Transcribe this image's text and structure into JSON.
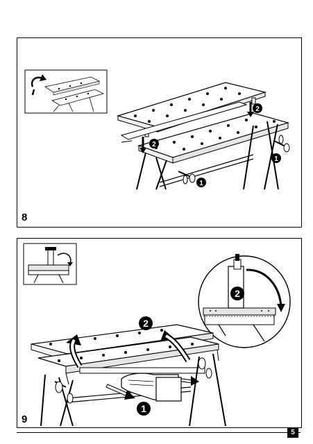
{
  "figures": [
    {
      "number": "8",
      "callouts": [
        "2",
        "2",
        "1",
        "1"
      ]
    },
    {
      "number": "9",
      "callouts": [
        "2",
        "2",
        "1"
      ]
    }
  ],
  "page_number": "5",
  "icons": [
    "inset-detail-diagram",
    "curved-arrow-icon",
    "straight-arrow-icon",
    "numbered-callout-icon"
  ]
}
